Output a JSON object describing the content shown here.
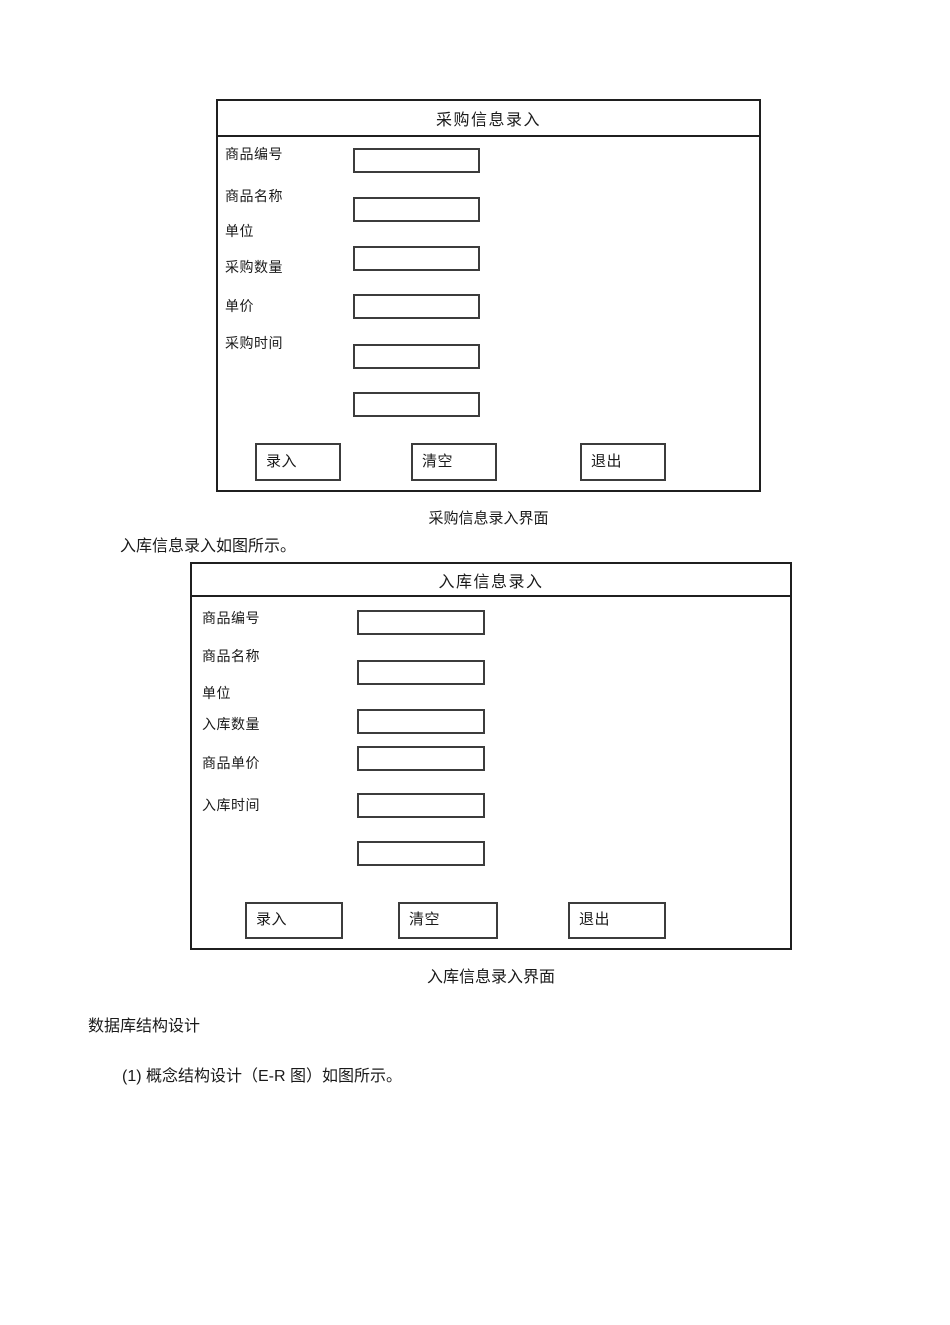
{
  "colors": {
    "background": "#ffffff",
    "frame_border": "#1f1f1f",
    "control_border": "#3c3c3c",
    "text": "#1a1a1a"
  },
  "document": {
    "purchase_form": {
      "title": "采购信息录入",
      "caption": "采购信息录入界面",
      "fields": [
        {
          "label": "商品编号",
          "value": "",
          "placeholder": ""
        },
        {
          "label": "商品名称",
          "value": "",
          "placeholder": ""
        },
        {
          "label": "单位",
          "value": "",
          "placeholder": ""
        },
        {
          "label": "采购数量",
          "value": "",
          "placeholder": ""
        },
        {
          "label": "单价",
          "value": "",
          "placeholder": ""
        },
        {
          "label": "采购时间",
          "value": "",
          "placeholder": ""
        }
      ],
      "buttons": [
        {
          "label": "录入"
        },
        {
          "label": "清空"
        },
        {
          "label": "退出"
        }
      ]
    },
    "intro_text": "入库信息录入如图所示。",
    "warehouse_form": {
      "title": "入库信息录入",
      "caption": "入库信息录入界面",
      "fields": [
        {
          "label": "商品编号",
          "value": "",
          "placeholder": ""
        },
        {
          "label": "商品名称",
          "value": "",
          "placeholder": ""
        },
        {
          "label": "单位",
          "value": "",
          "placeholder": ""
        },
        {
          "label": "入库数量",
          "value": "",
          "placeholder": ""
        },
        {
          "label": "商品单价",
          "value": "",
          "placeholder": ""
        },
        {
          "label": "入库时间",
          "value": "",
          "placeholder": ""
        }
      ],
      "buttons": [
        {
          "label": "录入"
        },
        {
          "label": "清空"
        },
        {
          "label": "退出"
        }
      ]
    },
    "section_heading": "数据库结构设计",
    "section_item": "(1) 概念结构设计（E-R 图）如图所示。"
  }
}
